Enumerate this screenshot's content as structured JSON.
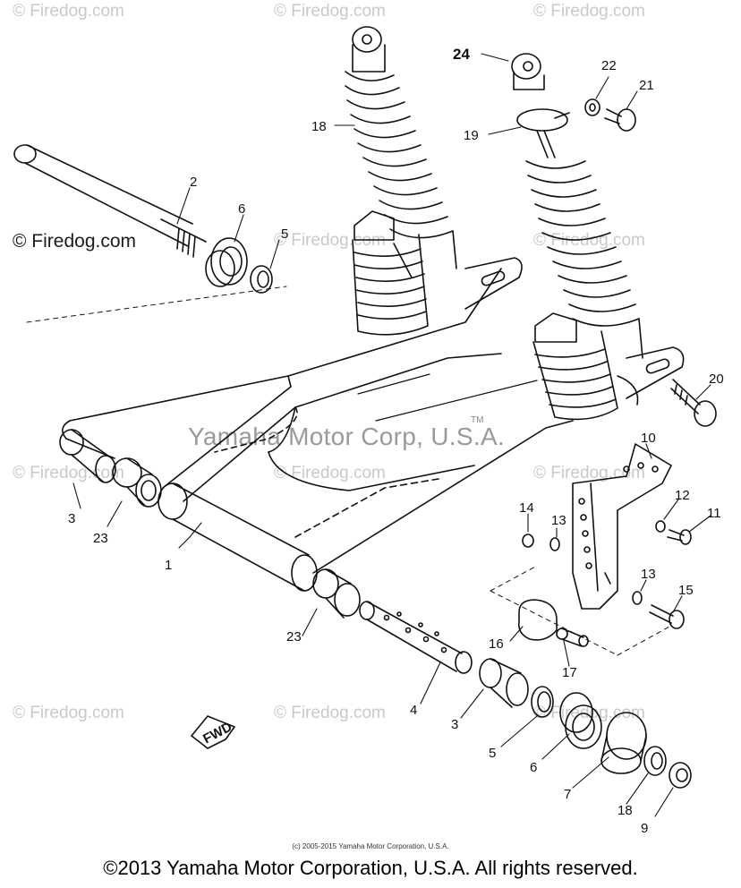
{
  "watermarks": {
    "repeat_text": "© Firedog.com",
    "left_text": "© Firedog.com",
    "center_text": "Yamaha Motor Corp, U.S.A.",
    "tm": "TM"
  },
  "parts": [
    {
      "num": "1"
    },
    {
      "num": "2"
    },
    {
      "num": "3"
    },
    {
      "num": "3"
    },
    {
      "num": "4"
    },
    {
      "num": "5"
    },
    {
      "num": "5"
    },
    {
      "num": "6"
    },
    {
      "num": "6"
    },
    {
      "num": "7"
    },
    {
      "num": "9"
    },
    {
      "num": "10"
    },
    {
      "num": "11"
    },
    {
      "num": "12"
    },
    {
      "num": "13"
    },
    {
      "num": "13"
    },
    {
      "num": "14"
    },
    {
      "num": "15"
    },
    {
      "num": "16"
    },
    {
      "num": "17"
    },
    {
      "num": "18"
    },
    {
      "num": "18"
    },
    {
      "num": "19"
    },
    {
      "num": "20"
    },
    {
      "num": "21"
    },
    {
      "num": "22"
    },
    {
      "num": "23"
    },
    {
      "num": "23"
    },
    {
      "num": "24"
    }
  ],
  "fwd_label": "FWD",
  "footer": {
    "small": "(c) 2005-2015 Yamaha Motor Corporation, U.S.A.",
    "main": "©2013 Yamaha Motor Corporation, U.S.A. All rights reserved."
  }
}
